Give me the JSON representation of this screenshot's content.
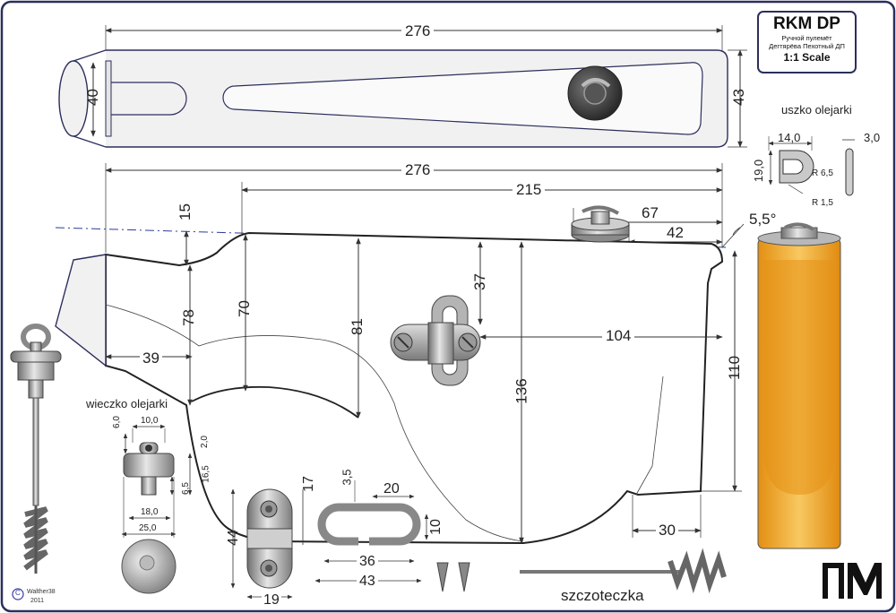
{
  "title_block": {
    "title": "RKM DP",
    "line1": "Ручной пулемёт",
    "line2": "Дегтярёва Пехотный ДП",
    "scale": "1:1 Scale"
  },
  "top_view": {
    "length": "276",
    "width_left": "40",
    "width_right": "43"
  },
  "side_view": {
    "overall_length": "276",
    "length_215": "215",
    "length_67": "67",
    "length_42": "42",
    "angle": "5,5°",
    "dim_15": "15",
    "dim_78": "78",
    "dim_70": "70",
    "dim_81": "81",
    "dim_37": "37",
    "dim_136": "136",
    "dim_104": "104",
    "dim_110": "110",
    "dim_39": "39",
    "dim_30": "30"
  },
  "uszko": {
    "label": "uszko olejarki",
    "w": "14,0",
    "h": "19,0",
    "t": "3,0",
    "r1": "R 6,5",
    "r2": "R 1,5"
  },
  "wieczko": {
    "label": "wieczko olejarki",
    "d1": "6,0",
    "d2": "10,0",
    "d3": "2,0",
    "d4": "16,5",
    "d5": "6,5",
    "d6": "18,0",
    "d7": "25,0"
  },
  "swivel": {
    "h": "44",
    "w": "19",
    "t": "17"
  },
  "sling": {
    "t": "3,5",
    "w_inner": "20",
    "gap": "10",
    "len_inner": "36",
    "len_outer": "43"
  },
  "brush_label": "szczoteczka",
  "credit": {
    "author": "Walther38",
    "year": "2011",
    "copyright": "C"
  },
  "colors": {
    "outline": "#2b2f5c",
    "metal": "#9a9a9a",
    "oil_can_light": "#f7c65a",
    "oil_can_dark": "#d98a10"
  },
  "icons": {
    "logo": "dm-logo-icon",
    "copyright": "copyright-icon"
  }
}
